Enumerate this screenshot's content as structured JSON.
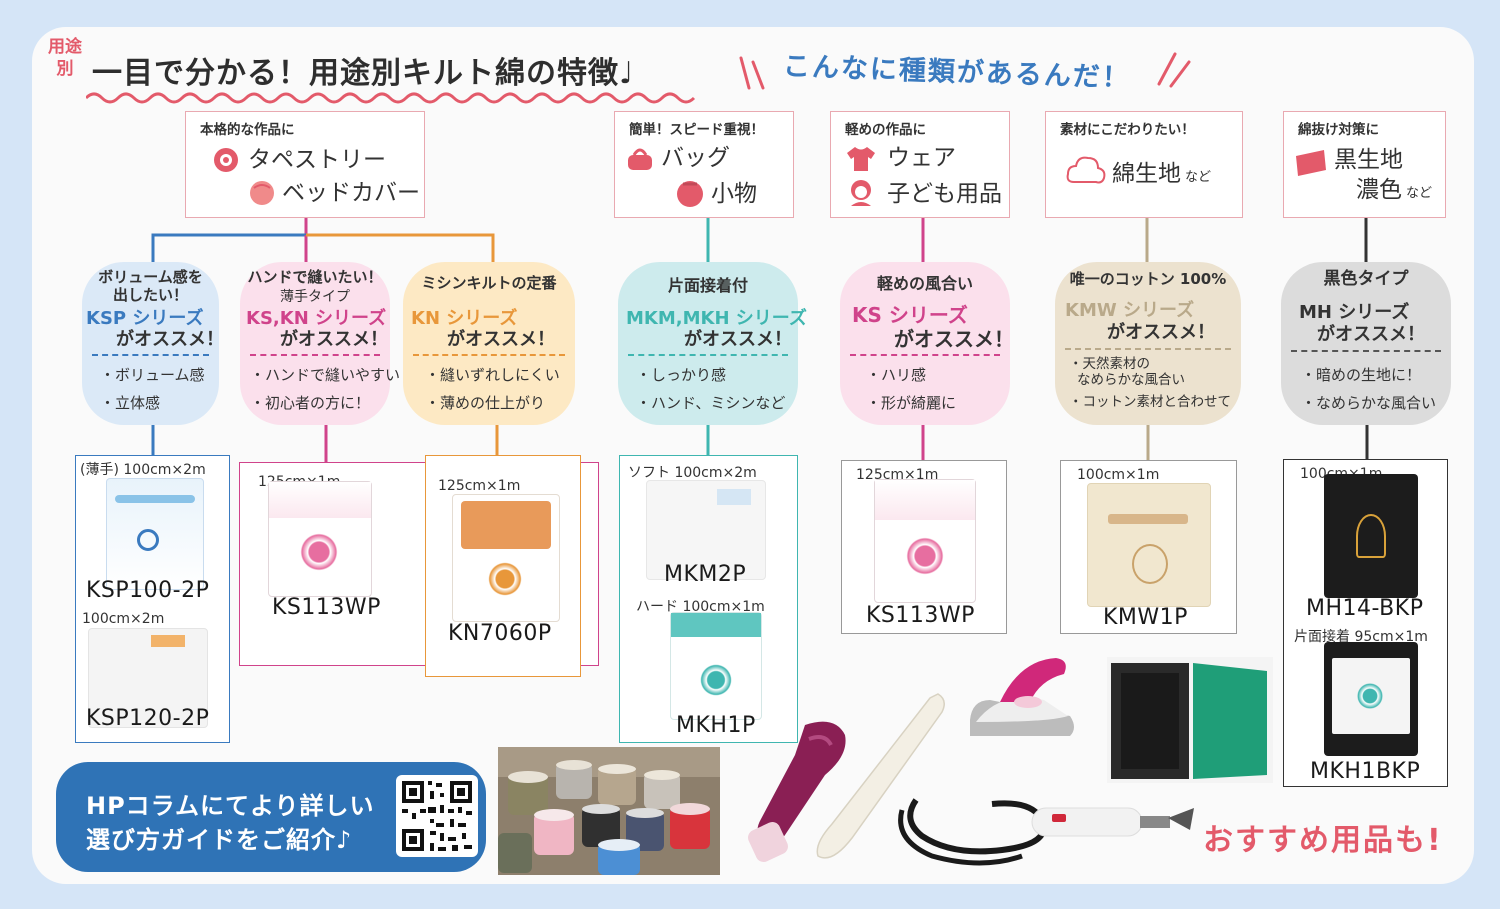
{
  "header": {
    "tag": "用途別",
    "title": "一目で分かる！用途別キルト綿の特徴♩",
    "catch": "こんなに種類があるんだ！"
  },
  "categories": [
    {
      "heading": "本格的な作品に",
      "items": [
        "タペストリー",
        "ベッドカバー"
      ],
      "suffix": ""
    },
    {
      "heading": "簡単！スピード重視！",
      "items": [
        "バッグ",
        "小物"
      ],
      "suffix": ""
    },
    {
      "heading": "軽めの作品に",
      "items": [
        "ウェア",
        "子ども用品"
      ],
      "suffix": ""
    },
    {
      "heading": "素材にこだわりたい！",
      "items": [
        "綿生地"
      ],
      "suffix": "など"
    },
    {
      "heading": "綿抜け対策に",
      "items": [
        "黒生地",
        "濃色"
      ],
      "suffix": "など"
    }
  ],
  "bubbles": [
    {
      "title": [
        "ボリューム感を",
        "出したい！"
      ],
      "series": "KSP シリーズ",
      "recommend": "がオススメ！",
      "points": [
        "・ボリューム感",
        "・立体感"
      ]
    },
    {
      "title": [
        "ハンドで縫いたい！",
        "薄手タイプ"
      ],
      "series": "KS,KN シリーズ",
      "recommend": "がオススメ！",
      "points": [
        "・ハンドで縫いやすい",
        "・初心者の方に！"
      ]
    },
    {
      "title": [
        "ミシンキルトの定番"
      ],
      "series": "KN シリーズ",
      "recommend": "がオススメ！",
      "points": [
        "・縫いずれしにくい",
        "・薄めの仕上がり"
      ]
    },
    {
      "title": [
        "片面接着付"
      ],
      "series": "MKM,MKH シリーズ",
      "recommend": "がオススメ！",
      "points": [
        "・しっかり感",
        "・ハンド、ミシンなど"
      ]
    },
    {
      "title": [
        "軽めの風合い"
      ],
      "series": "KS シリーズ",
      "recommend": "がオススメ！",
      "points": [
        "・ハリ感",
        "・形が綺麗に"
      ]
    },
    {
      "title": [
        "唯一のコットン 100%"
      ],
      "series": "KMW シリーズ",
      "recommend": "がオススメ！",
      "points": [
        "・天然素材の",
        "なめらかな風合い",
        "・コットン素材と合わせて"
      ]
    },
    {
      "title": [
        "黒色タイプ"
      ],
      "series": "MH シリーズ",
      "recommend": "がオススメ！",
      "points": [
        "・暗めの生地に！",
        "・なめらかな風合い"
      ]
    }
  ],
  "products": [
    {
      "dim": "(薄手) 100cm×2m",
      "name": "KSP100-2P"
    },
    {
      "dim": "100cm×2m",
      "name": "KSP120-2P"
    },
    {
      "dim": "125cm×1m",
      "name": "KS113WP"
    },
    {
      "dim": "125cm×1m",
      "name": "KN7060P"
    },
    {
      "dim": "ソフト 100cm×2m",
      "name": "MKM2P"
    },
    {
      "dim": "ハード 100cm×1m",
      "name": "MKH1P"
    },
    {
      "dim": "125cm×1m",
      "name": "KS113WP"
    },
    {
      "dim": "100cm×1m",
      "name": "KMW1P"
    },
    {
      "dim": "100cm×1m",
      "name": "MH14-BKP"
    },
    {
      "dim": "片面接着 95cm×1m",
      "name": "MKH1BKP"
    }
  ],
  "hp": {
    "line1": "HPコラムにてより詳しい",
    "line2": "選び方ガイドをご紹介♪"
  },
  "recommend_goods": "おすすめ用品も!",
  "colors": {
    "accent_red": "#e35a6a",
    "blue": "#3a7abf",
    "orange": "#e8973a",
    "pink": "#d0438b",
    "teal": "#3fb6b0",
    "tan": "#b9a98a"
  }
}
